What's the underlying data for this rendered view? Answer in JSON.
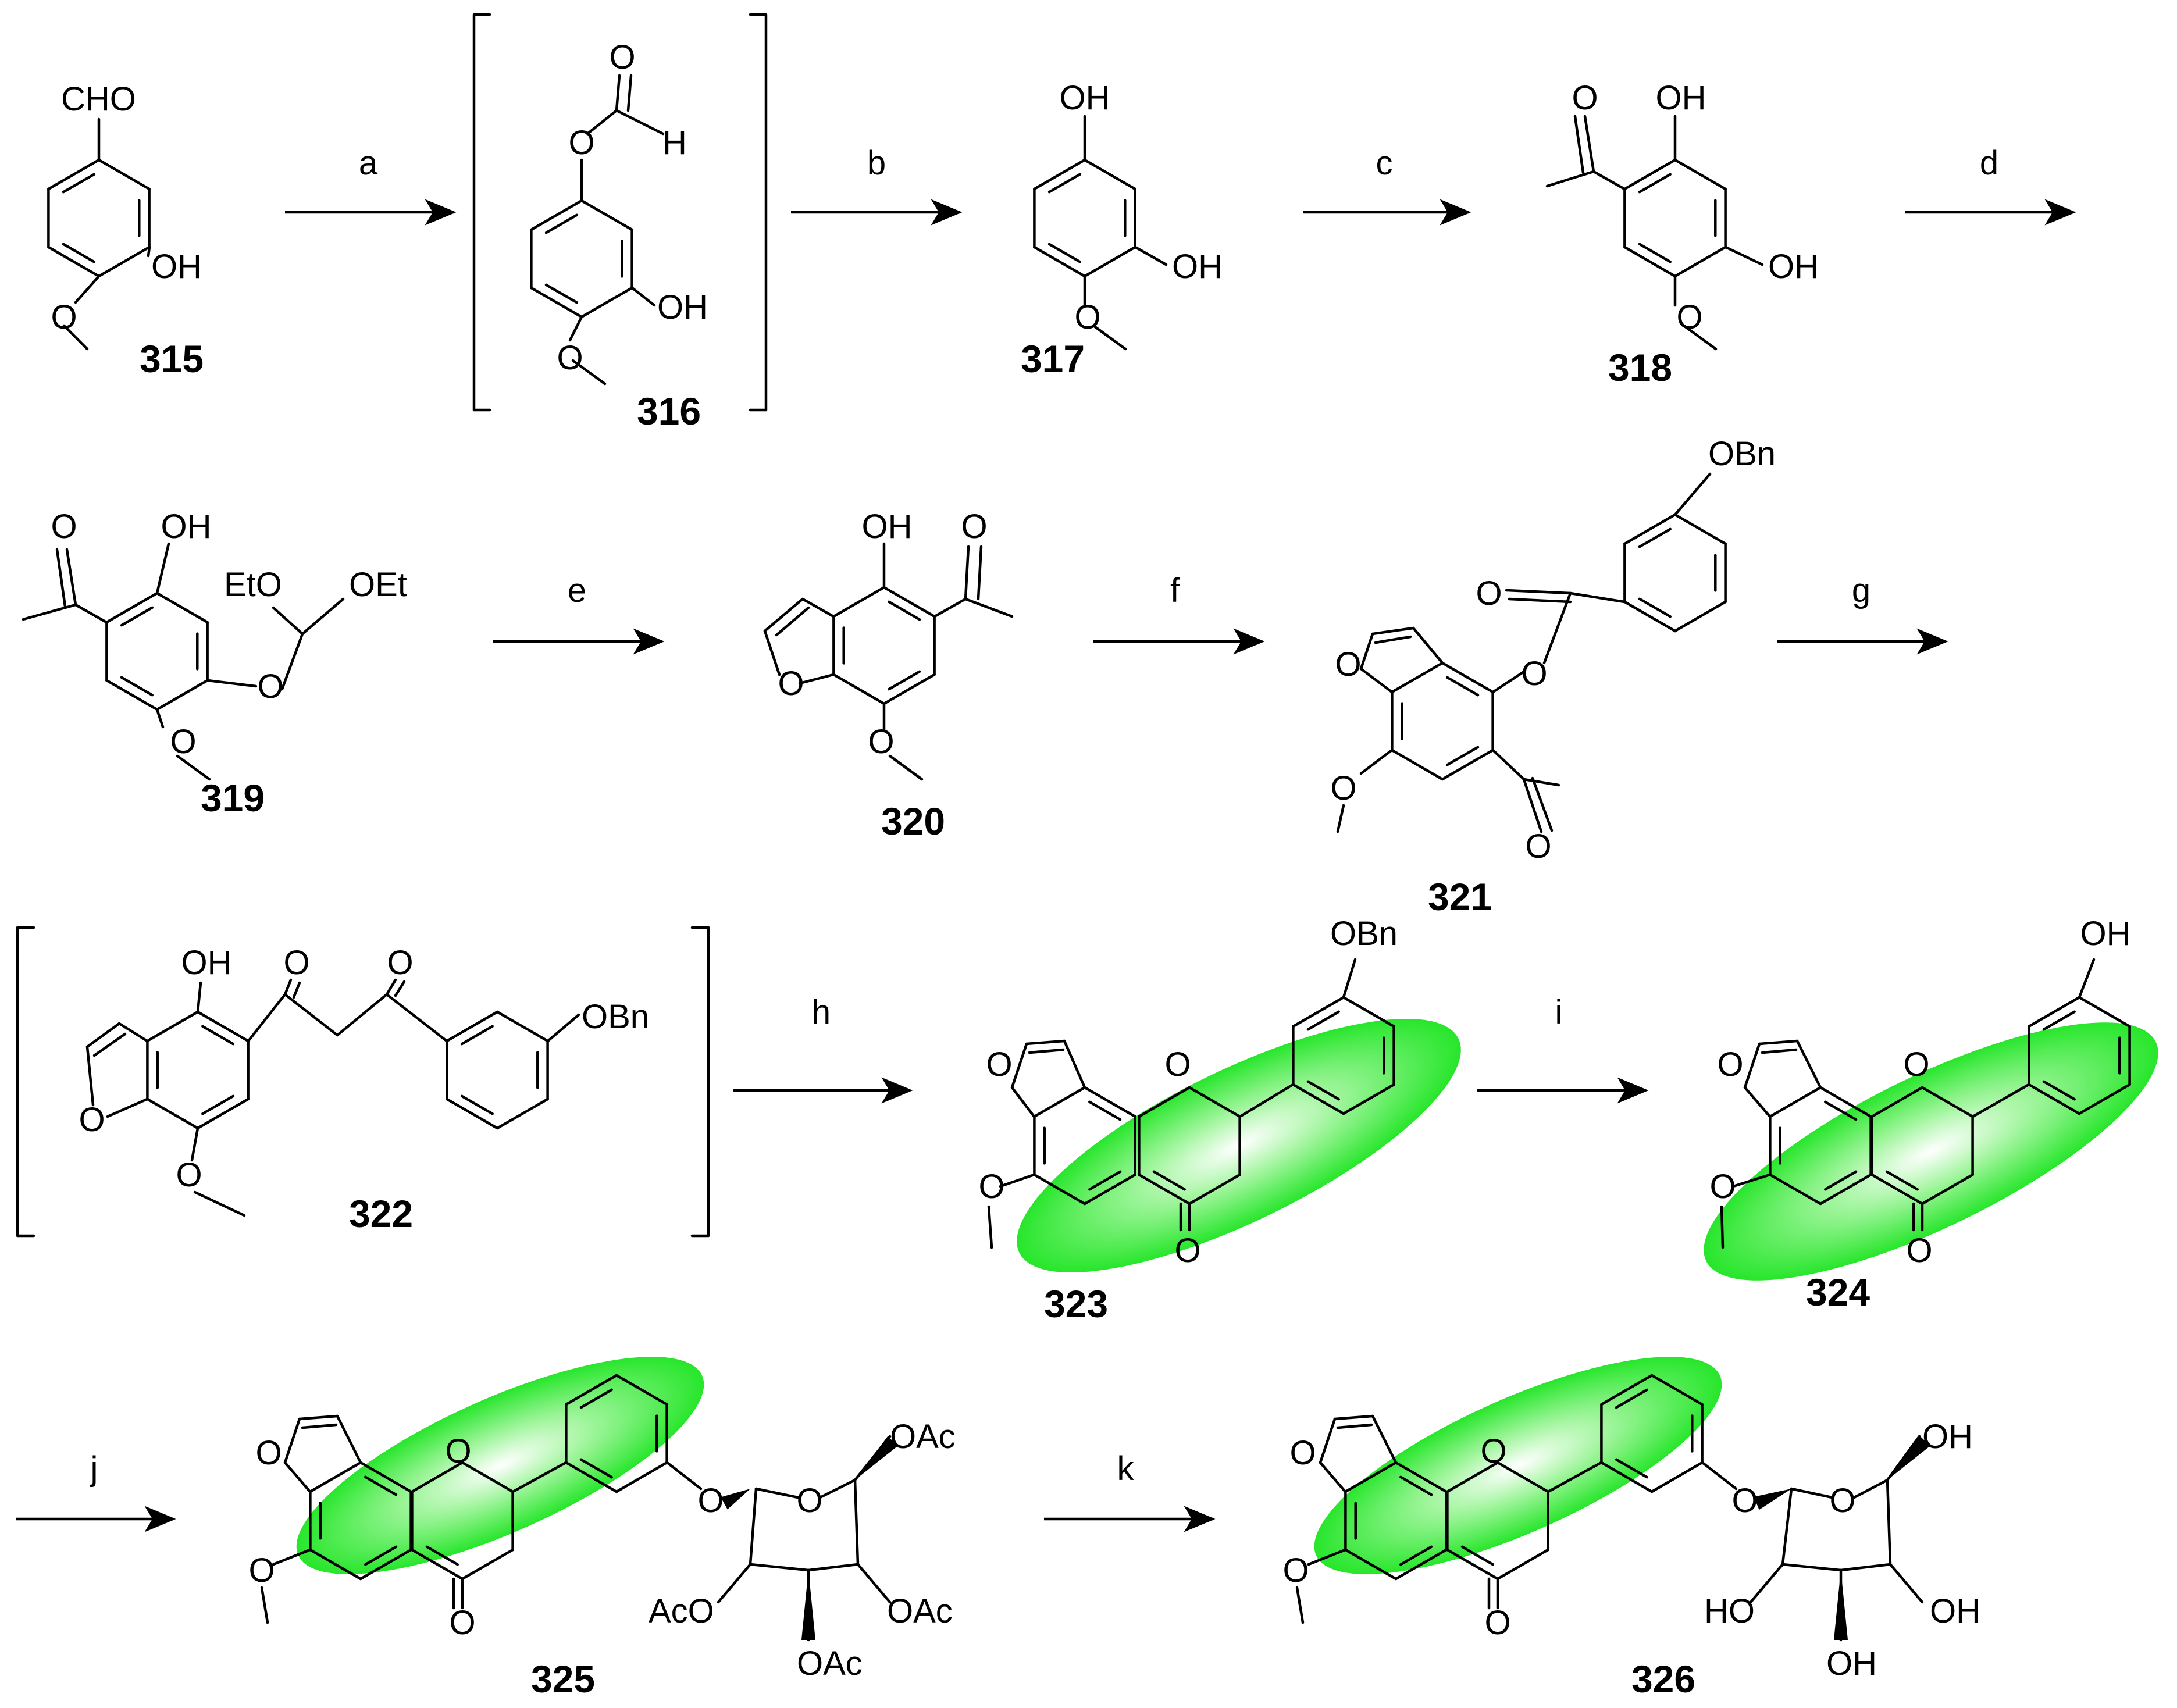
{
  "colors": {
    "highlight": "#27e62b",
    "ink": "#000000"
  },
  "labels": {
    "cho": "CHO",
    "oh": "OH",
    "ho": "HO",
    "o": "O",
    "h": "H",
    "eto": "EtO",
    "oet": "OEt",
    "obn": "OBn",
    "oac": "OAc",
    "aco": "AcO"
  },
  "steps": [
    "a",
    "b",
    "c",
    "d",
    "e",
    "f",
    "g",
    "h",
    "i",
    "j",
    "k"
  ],
  "compounds": [
    "315",
    "316",
    "317",
    "318",
    "319",
    "320",
    "321",
    "322",
    "323",
    "324",
    "325",
    "326"
  ]
}
